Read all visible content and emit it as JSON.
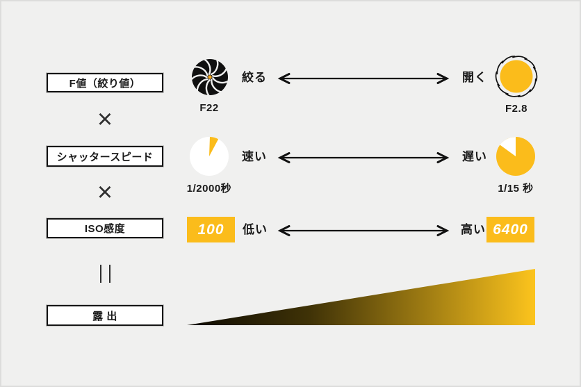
{
  "diagram_title_implied": "exposure formula",
  "colors": {
    "background": "#f0f0ef",
    "frame_border": "#dcdcdb",
    "accent_yellow": "#fbbc1b",
    "aperture_center_dot": "#f2a71e",
    "ink": "#1a1a1a",
    "gradient_start": "#0d0a02",
    "gradient_end": "#fcc41d"
  },
  "operators": {
    "multiply": "×"
  },
  "result": {
    "box_label": "露 出"
  },
  "factors": {
    "aperture": {
      "box_label": "F値（絞り値）",
      "left_caption": "F22",
      "left_end": "絞る",
      "right_end": "開く",
      "right_caption": "F2.8"
    },
    "shutter": {
      "box_label": "シャッタースピード",
      "left_caption": "1/2000秒",
      "left_end": "速い",
      "right_end": "遅い",
      "right_caption": "1/15 秒"
    },
    "iso": {
      "box_label": "ISO感度",
      "left_value": "100",
      "left_end": "低い",
      "right_end": "高い",
      "right_value": "6400"
    }
  }
}
